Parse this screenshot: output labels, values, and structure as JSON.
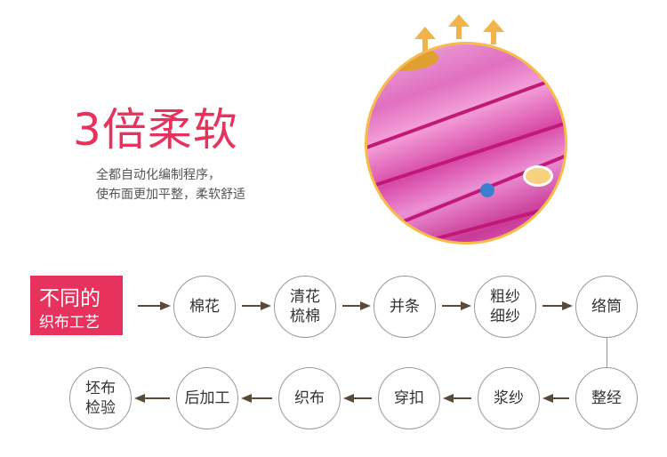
{
  "headline": "3倍柔软",
  "description": [
    "全都自动化编制程序，",
    "使布面更加平整，柔软舒适"
  ],
  "process_label": [
    "不同的",
    "织布工艺"
  ],
  "steps_row1": [
    [
      "棉花"
    ],
    [
      "清花",
      "梳棉"
    ],
    [
      "并条"
    ],
    [
      "粗纱",
      "细纱"
    ],
    [
      "络筒"
    ]
  ],
  "steps_row2": [
    [
      "整经"
    ],
    [
      "浆纱"
    ],
    [
      "穿扣"
    ],
    [
      "织布"
    ],
    [
      "后加工"
    ],
    [
      "坯布",
      "检验"
    ]
  ],
  "colors": {
    "accent": "#e8325e",
    "arrow": "#5a4a3a",
    "ring": "#f7bb4a"
  }
}
